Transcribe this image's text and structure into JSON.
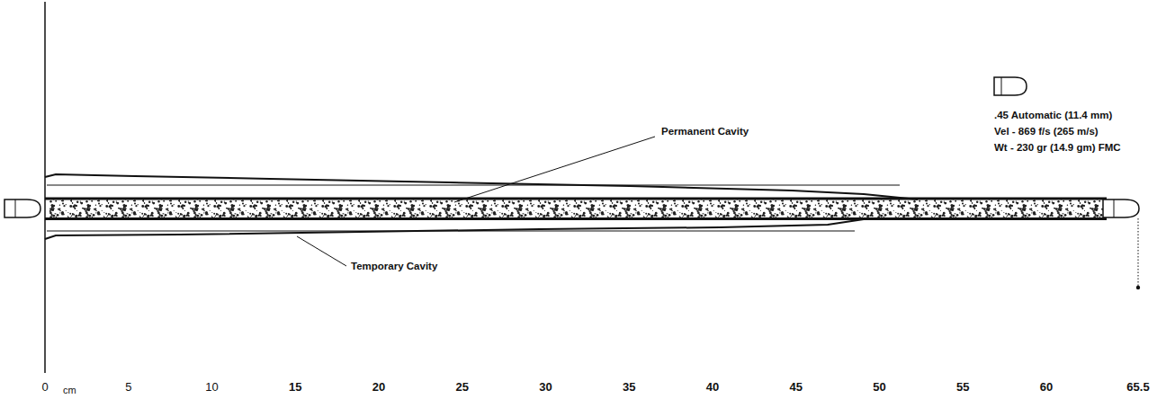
{
  "diagram": {
    "labels": [
      ".45 Automatic (11.4 mm)",
      "Vel - 869 f/s (265 m/s)",
      "Wt - 230 gr (14.9 gm) FMC",
      "Permanent Cavity",
      "Temporary Cavity",
      "0",
      "cm",
      "5",
      "10",
      "15",
      "20",
      "25",
      "30",
      "35",
      "40",
      "45",
      "50",
      "55",
      "60",
      "65.5"
    ]
  }
}
